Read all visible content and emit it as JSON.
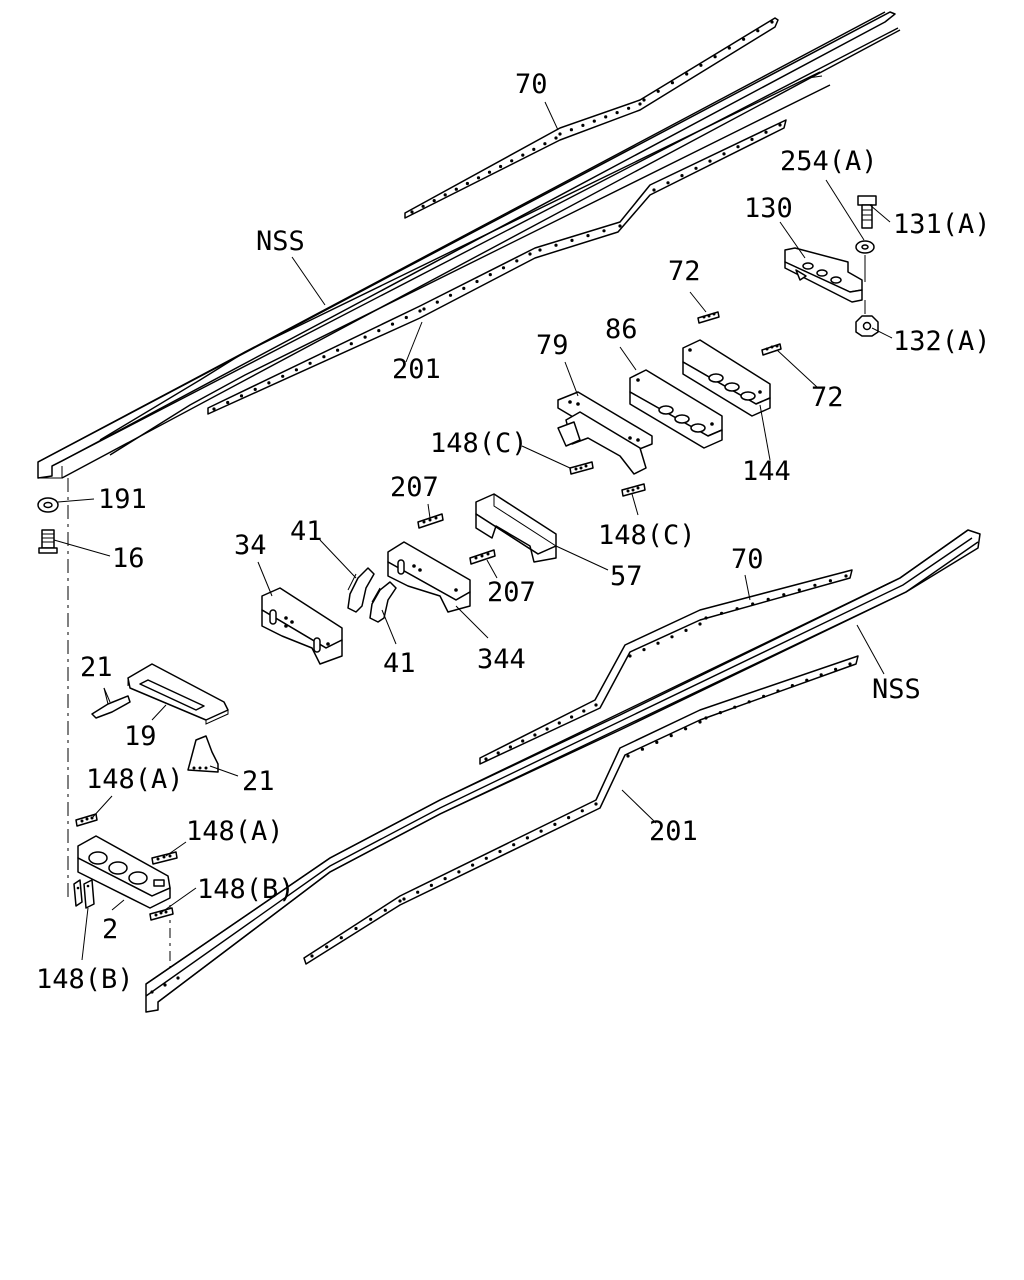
{
  "diagram": {
    "labels": {
      "rail_upper_nss": "NSS",
      "rail_lower_nss": "NSS",
      "plate_70_upper": "70",
      "plate_70_lower": "70",
      "plate_201_upper": "201",
      "plate_201_lower": "201",
      "washer_254a": "254(A)",
      "bolt_131a": "131(A)",
      "nut_132a": "132(A)",
      "bracket_130": "130",
      "rivet_72_top": "72",
      "rivet_72_right": "72",
      "xmember_86": "86",
      "xmember_79": "79",
      "xmember_144": "144",
      "rivet_148c_left": "148(C)",
      "rivet_148c_right": "148(C)",
      "washer_191": "191",
      "bolt_16": "16",
      "rivet_207_top": "207",
      "rivet_207_mid": "207",
      "xmember_57": "57",
      "xmember_34": "34",
      "gusset_41_top": "41",
      "gusset_41_bottom": "41",
      "xmember_344": "344",
      "gusset_21_top": "21",
      "gusset_21_bottom": "21",
      "xmember_19": "19",
      "rivet_148a_top": "148(A)",
      "rivet_148a_mid": "148(A)",
      "rivet_148b_right": "148(B)",
      "rivet_148b_left": "148(B)",
      "xmember_2": "2"
    }
  }
}
